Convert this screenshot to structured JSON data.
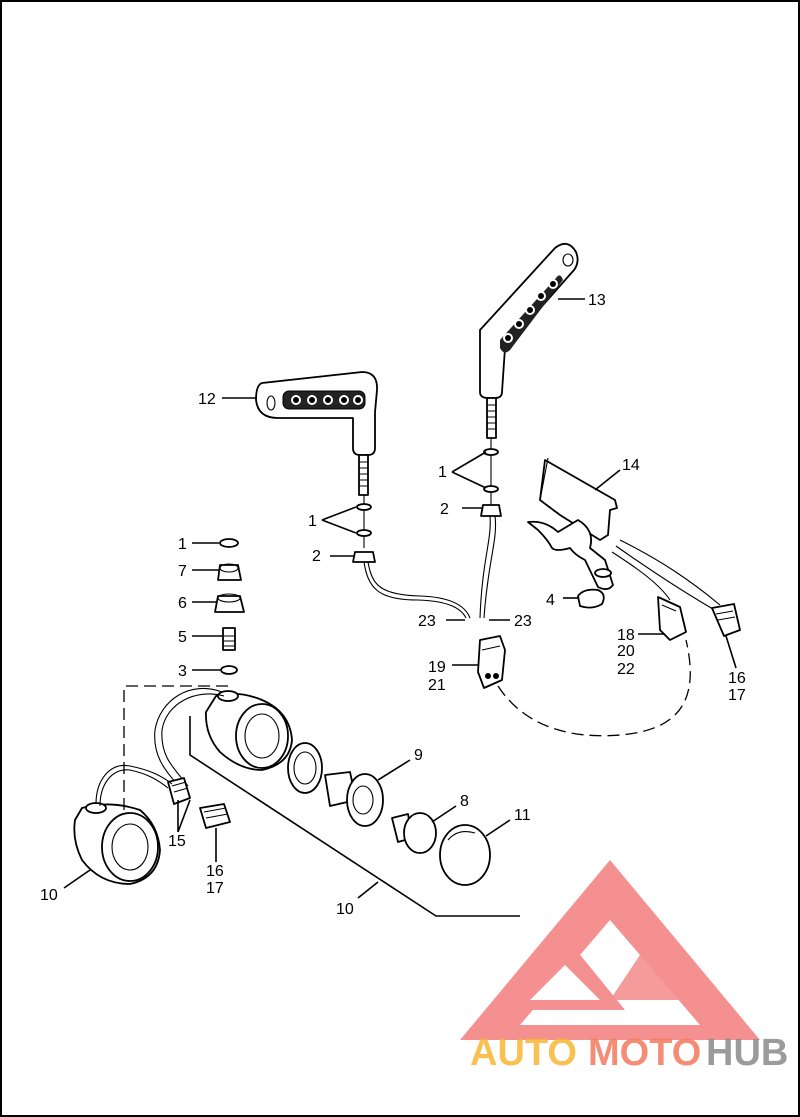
{
  "diagram": {
    "callouts": {
      "c1a": "1",
      "c1b": "1",
      "c1c": "1",
      "c2a": "2",
      "c2b": "2",
      "c3": "3",
      "c4": "4",
      "c5": "5",
      "c6": "6",
      "c7": "7",
      "c8": "8",
      "c9": "9",
      "c10a": "10",
      "c10b": "10",
      "c11": "11",
      "c12": "12",
      "c13": "13",
      "c14": "14",
      "c15": "15",
      "c16a": "16",
      "c17a": "17",
      "c16b": "16",
      "c17b": "17",
      "c18": "18",
      "c20": "20",
      "c22": "22",
      "c19": "19",
      "c21": "21",
      "c23a": "23",
      "c23b": "23"
    }
  },
  "watermark": {
    "word_auto": "AUTO",
    "word_moto": "MOTO",
    "word_hub": "HUB",
    "color_auto": "#f7b733",
    "color_moto": "#f47a5f",
    "color_hub": "#8a8a8a",
    "logo_color": "#f26b6b"
  }
}
